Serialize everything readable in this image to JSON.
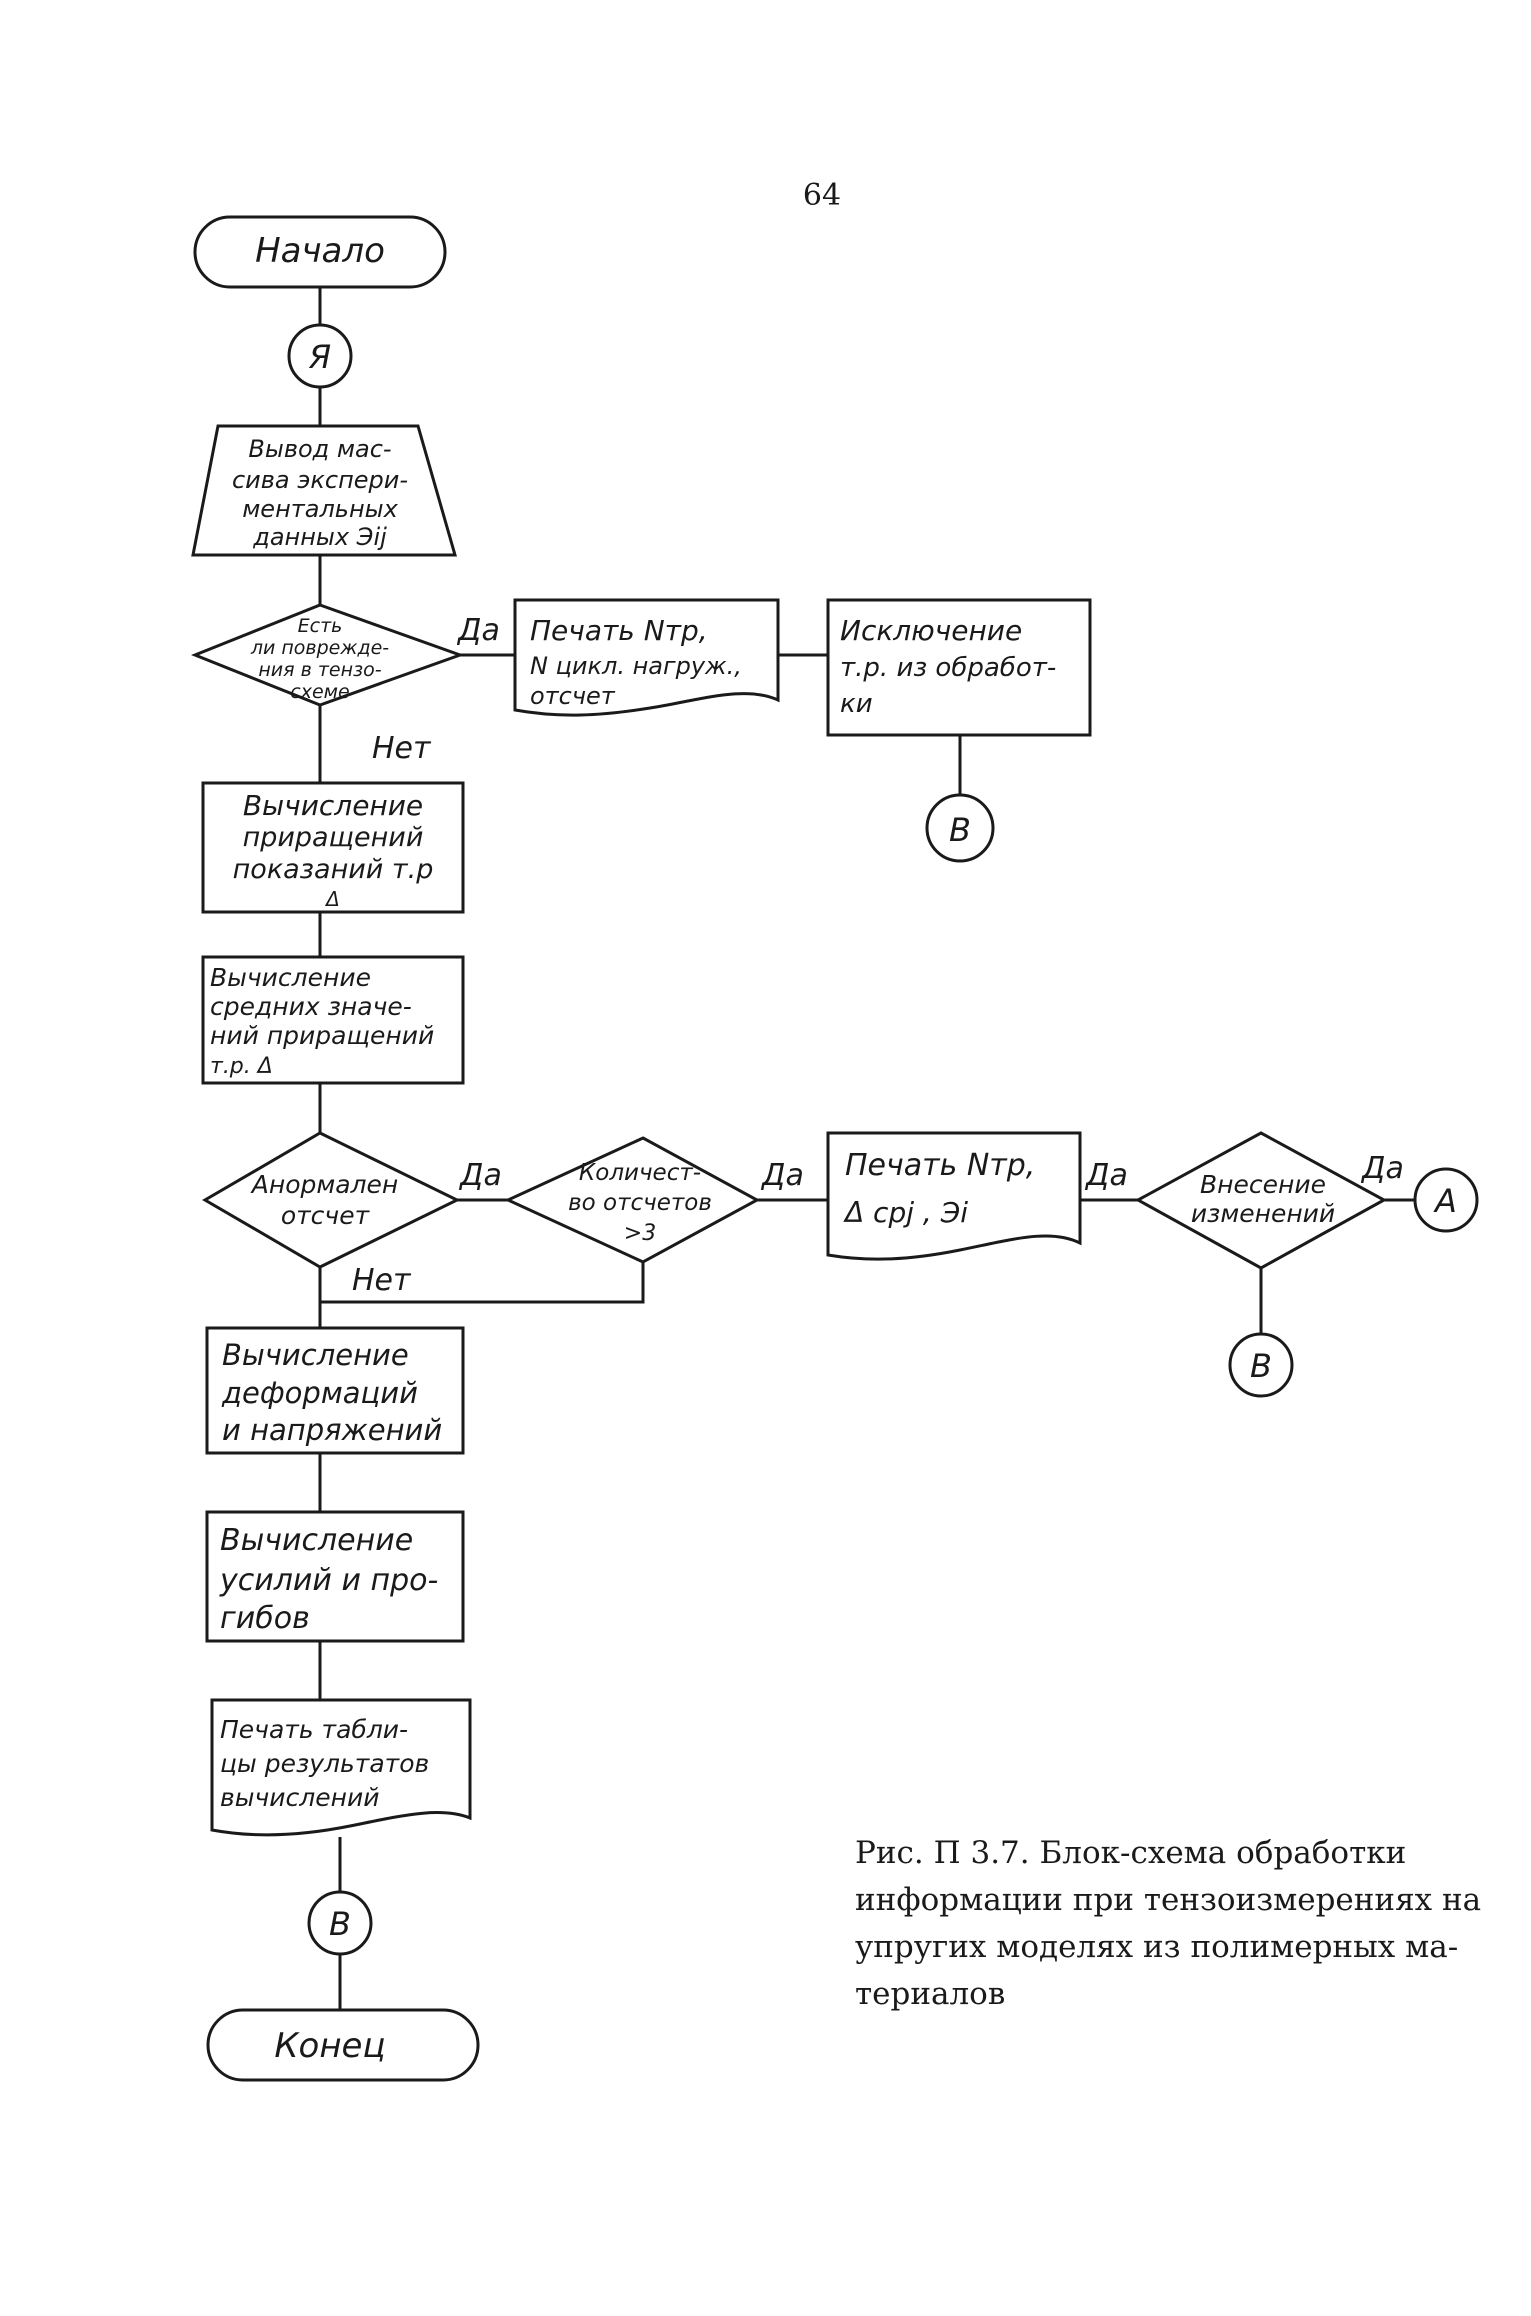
{
  "page_number": "64",
  "nodes": {
    "start": "Начало",
    "conn_top": "Я",
    "output": [
      "Вывод мас-",
      "сива экспери-",
      "ментальных",
      "данных Эij"
    ],
    "damage": [
      "Есть",
      "ли поврежде-",
      "ния в тензо-",
      "схеме"
    ],
    "print1": [
      "Печать Nтр,",
      "N цикл. нагруж.,",
      "отсчет"
    ],
    "exclude": [
      "Исключение",
      "т.р. из обработ-",
      "ки"
    ],
    "conn_b1": "В",
    "incr": [
      "Вычисление",
      "приращений",
      "показаний т.р",
      "Δ"
    ],
    "mean": [
      "Вычисление",
      "средних значе-",
      "ний приращений",
      "т.р. Δ"
    ],
    "anomal": [
      "Анормален",
      "отсчет"
    ],
    "count": [
      "Количест-",
      "во отсчетов",
      ">3"
    ],
    "print2": [
      "Печать Nтр,",
      "Δ срj , Эi"
    ],
    "change": [
      "Внесение",
      "изменений"
    ],
    "conn_a": "А",
    "conn_b2": "В",
    "deform": [
      "Вычисление",
      "деформаций",
      "и напряжений"
    ],
    "forces": [
      "Вычисление",
      "усилий и про-",
      "гибов"
    ],
    "print3": [
      "Печать табли-",
      "цы результатов",
      "вычислений"
    ],
    "conn_b3": "В",
    "end": "Конец"
  },
  "edge_labels": {
    "damage_yes": "Да",
    "damage_no": "Нет",
    "anomal_yes": "Да",
    "anomal_no": "Нет",
    "count_yes": "Да",
    "print2_yes": "Да",
    "change_yes": "Да"
  },
  "caption": [
    "Рис. П 3.7. Блок-схема обработки",
    "информации при тензоизмерениях на",
    "упругих моделях из полимерных ма-",
    "териалов"
  ]
}
